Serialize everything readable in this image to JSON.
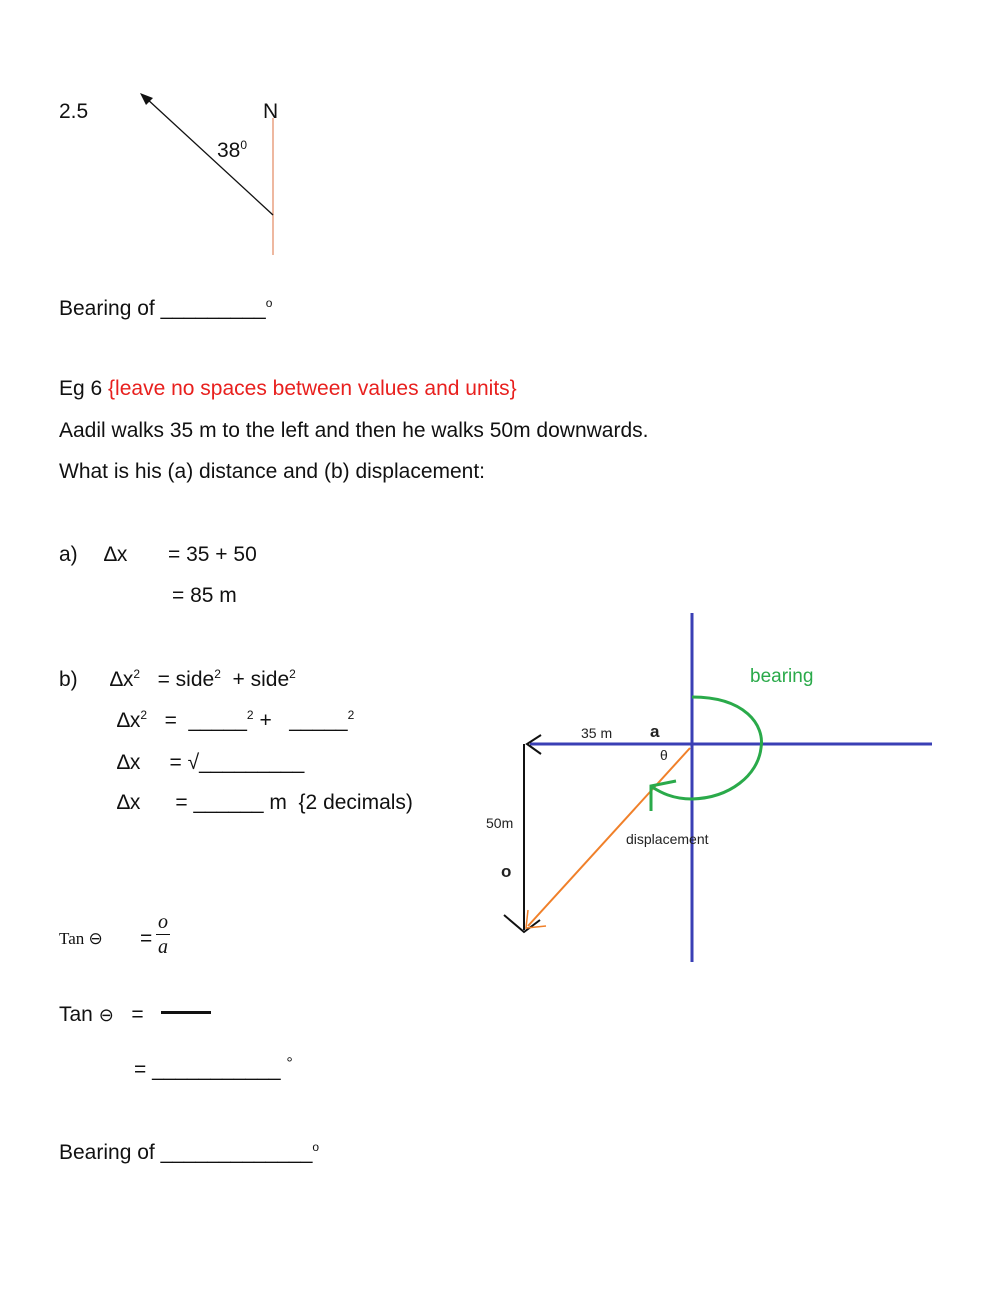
{
  "q25": {
    "number": "2.5",
    "north_label": "N",
    "angle_label": "38",
    "angle_sup": "0",
    "bearing_label": "Bearing of _________",
    "bearing_degree": "o"
  },
  "eg6": {
    "title": "Eg 6",
    "note": "{leave no spaces between values and units}",
    "line1": "Aadil walks 35 m to the left and then he walks 50m downwards.",
    "line2": "What is his (a) distance and (b) displacement:"
  },
  "part_a": {
    "label": "a)",
    "var": "∆x",
    "eq1": "= 35 + 50",
    "eq2": "= 85 m"
  },
  "part_b": {
    "label": "b)",
    "row1_var": "∆x",
    "row1_eq": "= side",
    "row1_plus": "+ side",
    "row2_var": "∆x",
    "row2_eq": "=  _____",
    "row2_plus": "+   _____",
    "row3_var": "∆x",
    "row3_eq": "= √_________",
    "row4_var": "∆x",
    "row4_eq": "= ______ m  {2 decimals)",
    "sq": "2"
  },
  "tan": {
    "formula_label": "Tan ⊖",
    "formula_eq": "=",
    "numerator": "o",
    "denominator": "a",
    "row2_label": "Tan",
    "row2_symbol": "⊖",
    "row2_eq": "=",
    "row3_eq": "= ___________",
    "row3_degree": "°"
  },
  "final_bearing": {
    "label": "Bearing of _____________",
    "degree": "o"
  },
  "diagram": {
    "label_35m": "35 m",
    "label_a": "a",
    "label_theta": "θ",
    "label_50m": "50m",
    "label_o": "o",
    "label_displacement": "displacement",
    "label_bearing": "bearing",
    "colors": {
      "axes": "#3a3fb5",
      "bearing": "#2aaa4a",
      "displacement": "#f0802a",
      "north_line": "#e8a080",
      "red_note": "#e8201e"
    }
  }
}
